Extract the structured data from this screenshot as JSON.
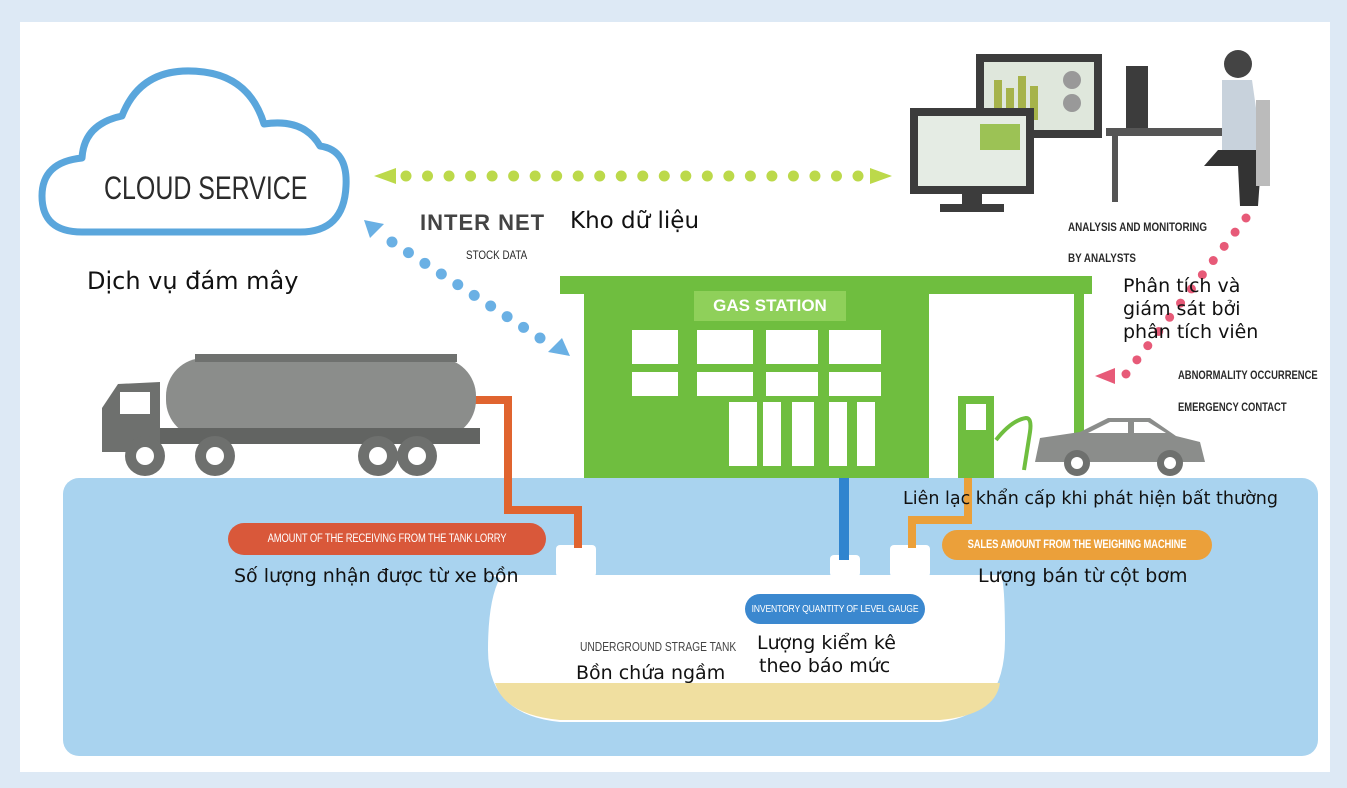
{
  "cloud": {
    "label": "CLOUD SERVICE",
    "vn_label": "Dịch vụ đám mây"
  },
  "internet": {
    "label": "INTER NET",
    "stock_label": "STOCK DATA",
    "vn_label": "Kho dữ liệu"
  },
  "analysis": {
    "label_line1": "ANALYSIS AND MONITORING",
    "label_line2": "BY ANALYSTS",
    "vn_line1": "Phân tích và",
    "vn_line2": "giám sát bởi",
    "vn_line3": "phân tích viên"
  },
  "abnormality": {
    "label_line1": "ABNORMALITY OCCURRENCE",
    "label_line2": "EMERGENCY CONTACT",
    "vn_label": "Liên lạc khẩn cấp khi phát hiện bất thường"
  },
  "gas_station": {
    "label": "GAS STATION"
  },
  "receiving": {
    "pill": "AMOUNT OF THE RECEIVING FROM THE TANK LORRY",
    "vn_label": "Số lượng nhận được từ xe bồn"
  },
  "sales": {
    "pill": "SALES AMOUNT FROM THE WEIGHING MACHINE",
    "vn_label": "Lượng bán từ cột bơm"
  },
  "inventory": {
    "pill": "INVENTORY QUANTITY OF LEVEL GAUGE",
    "vn_line1": "Lượng kiểm kê",
    "vn_line2": "theo báo mức"
  },
  "tank": {
    "label": "UNDERGROUND STRAGE TANK",
    "vn_label": "Bồn chứa ngầm"
  },
  "colors": {
    "green": "#6fbe3f",
    "cloud_blue": "#5aa6dc",
    "dot_lime": "#bcd94a",
    "dot_blue": "#6ab0e4",
    "dot_pink": "#e75a78",
    "ground": "#a9d3ef",
    "orange_pipe": "#e0642f",
    "pill_red": "#d9583a",
    "pill_orange": "#eba03a",
    "pill_blue": "#3b88cf",
    "fuel": "#f0dfa0"
  }
}
